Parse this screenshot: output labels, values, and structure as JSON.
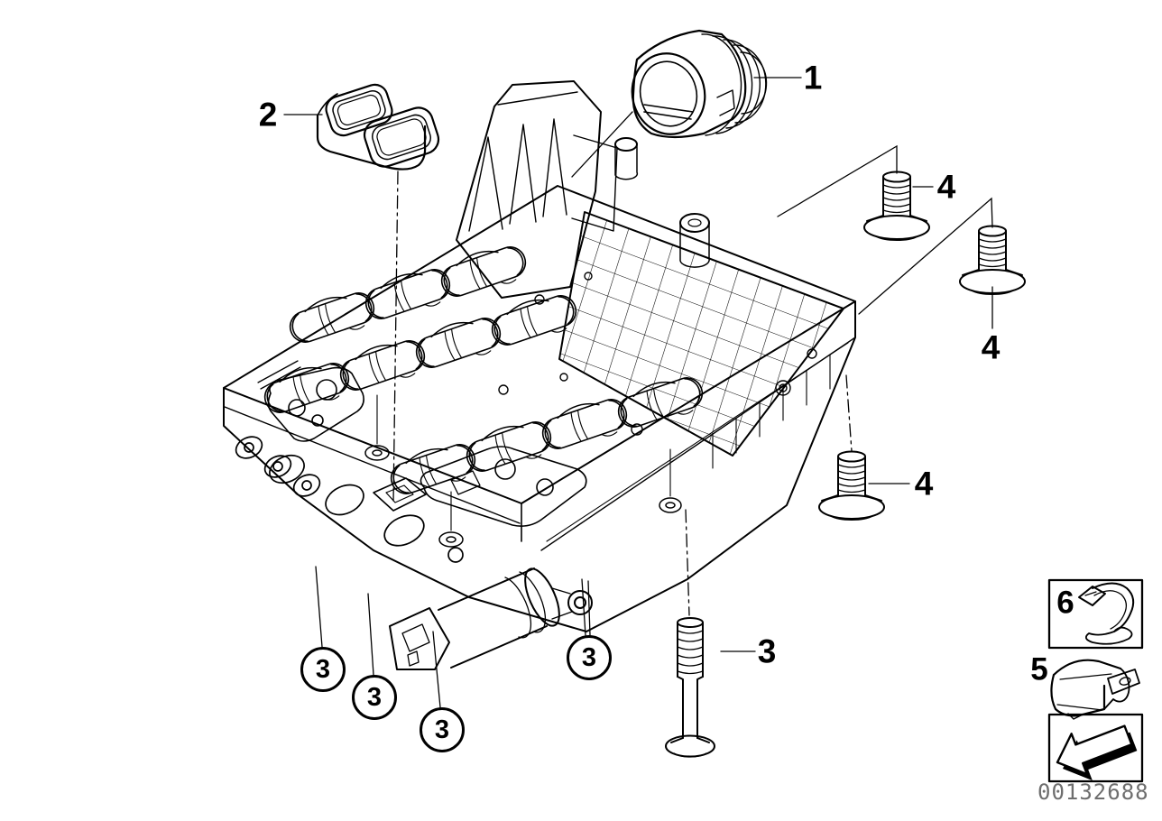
{
  "drawing": {
    "background": "#ffffff",
    "line_color": "#000000",
    "stamp_number": "00132688",
    "stamp_color": "#6e6e6e"
  },
  "callouts": {
    "part1_label": "1",
    "part2_label": "2",
    "part3_label": "3",
    "part4_label": "4",
    "part5_label": "5",
    "part6_label": "6"
  }
}
